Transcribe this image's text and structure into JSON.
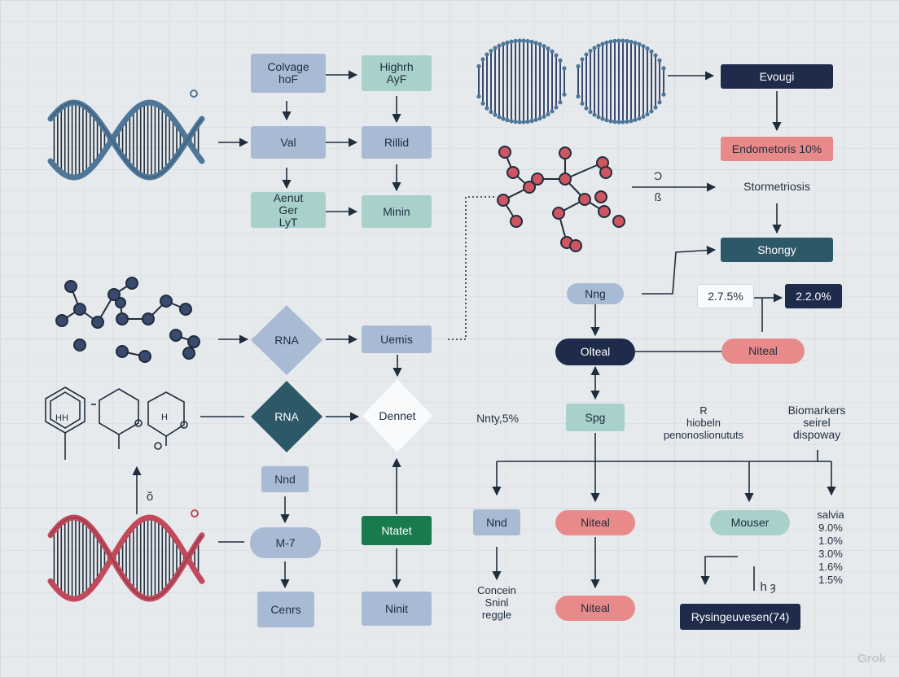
{
  "colors": {
    "background": "#e7eaed",
    "blue_box": "#a9bbd4",
    "teal_box": "#a8d1cc",
    "navy_box": "#1e2b4a",
    "dark_teal_box": "#2c5868",
    "salmon_box": "#e98a8a",
    "green_box": "#197a4e",
    "dna_blue": "#4d7699",
    "dna_red": "#c2495b",
    "molecule_red": "#cf5661",
    "molecule_navy": "#3a4a6e"
  },
  "left": {
    "col1": {
      "colvage": "Colvage\nhoF",
      "val": "Val",
      "aenut": "Aenut\nGer\nLyT"
    },
    "col2": {
      "highrh": "Highrh\nAyF",
      "rillid": "Rillid",
      "minin": "Minin"
    },
    "rna_top": "RNA",
    "uemis": "Uemis",
    "rna_bottom": "RNA",
    "dennet": "Dennet",
    "nnd": "Nnd",
    "m7": "M-7",
    "cenrs": "Cenrs",
    "ntatet": "Ntatet",
    "ninit": "Ninit",
    "benzene_labels": [
      "HH",
      "H"
    ],
    "arrow_label": "ŏ"
  },
  "right": {
    "evougi": "Evougi",
    "endometoris": "Endometoris 10%",
    "mol_label_1": "Ͻ",
    "mol_label_2": "ß",
    "stormetriosis": "Stormetriosis",
    "shongy": "Shongy",
    "ning": "Nng",
    "pct_a": "2.7.5%",
    "pct_b": "2.2.0%",
    "olteal": "Olteal",
    "niteal_right": "Niteal",
    "spg": "Spg",
    "nnty": "Nnty,5%",
    "hiobeln": "R\nhiobeln\npenonoslionututs",
    "biomarkers": "Biomarkers\nseirel\ndispoway",
    "nnd_right": "Nnd",
    "niteal_mid": "Niteal",
    "mouser": "Mouser",
    "salvia": "salvia\n9.0%\n1.0%\n3.0%\n1.6%\n1.5%",
    "concein": "Concein\nSninl\nreggle",
    "niteal_bottom": "Niteal",
    "h_label": "h ȝ",
    "rysing": "Rysingeuvesen(74)"
  },
  "watermark": "Grok"
}
